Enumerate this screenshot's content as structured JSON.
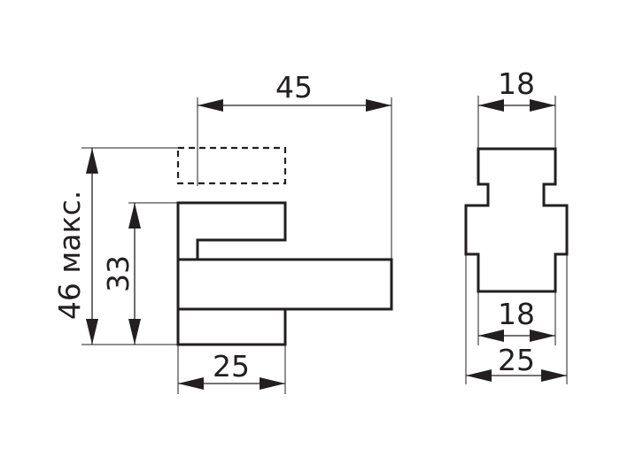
{
  "dimensions": {
    "width_45": "45",
    "height_46_max": "46 макс.",
    "height_33": "33",
    "width_25_front": "25",
    "width_18_top": "18",
    "width_18_bottom": "18",
    "width_25_side": "25"
  },
  "colors": {
    "line": "#231f20",
    "background": "#ffffff"
  }
}
